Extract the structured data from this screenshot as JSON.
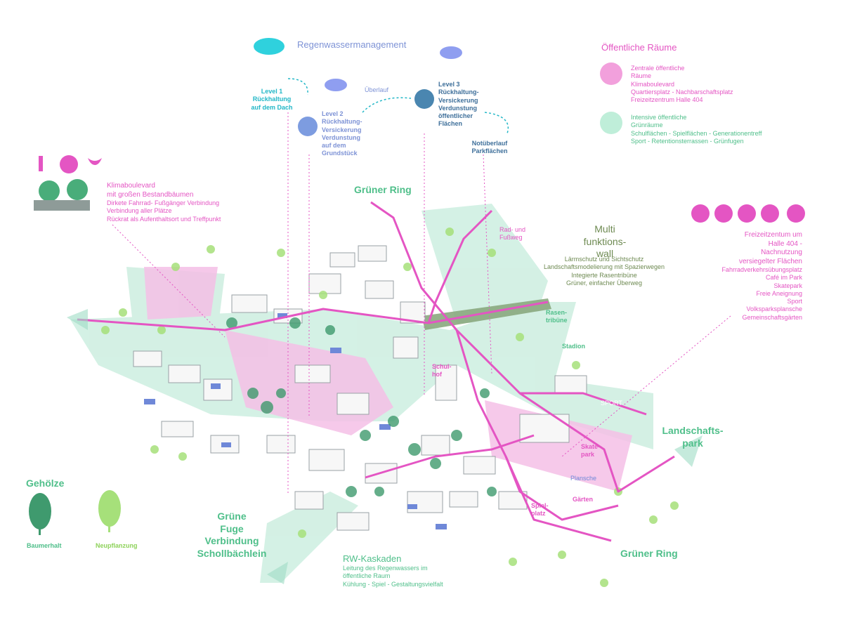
{
  "rain": {
    "title": "Regenwassermanagement",
    "level1": [
      "Level 1",
      "Rückhaltung",
      "auf dem Dach"
    ],
    "level2": [
      "Level 2",
      "Rückhaltung-",
      "Versickerung",
      "Verdunstung",
      "auf dem",
      "Grundstück"
    ],
    "overflow": "Überlauf",
    "level3": [
      "Level 3",
      "Rückhaltung-",
      "Versickerung",
      "Verdunstung",
      "öffentlicher",
      "Flächen"
    ],
    "emergency": [
      "Notüberlauf",
      "Parkflächen"
    ]
  },
  "public_spaces": {
    "title": "Öffentliche Räume",
    "central": [
      "Zentrale öffentliche",
      "Räume",
      "Klimaboulevard",
      "Quartiersplatz - Nachbarschaftsplatz",
      "Freizeitzentrum Halle 404"
    ],
    "intensive": [
      "Intensive öffentliche",
      "Grünräume",
      "Schulflächen - Spielflächen - Generationentreff",
      "Sport - Retentionsterrassen - Grünfugen"
    ],
    "colors": {
      "central": "#f2a0dc",
      "intensive": "#bfeed9"
    }
  },
  "klima": {
    "lines": [
      "Klimaboulevard",
      "mit großen Bestandbäumen",
      "Dirkete Fahrrad- Fußgänger Verbindung",
      "Verbindung aller Plätze",
      "Rückrat als Aufenthaltsort und Treffpunkt"
    ],
    "icons": [
      "thermometer-icon",
      "heart-icon",
      "butterfly-icon",
      "wind-icon"
    ]
  },
  "gruener_ring_top": "Grüner Ring",
  "gruener_ring_bottom": "Grüner Ring",
  "radweg": [
    "Rad- und",
    "Fußweg"
  ],
  "multi": {
    "title": [
      "Multi",
      "funktions-",
      "wall"
    ],
    "lines": [
      "Lärmschutz und Sichtschutz",
      "Landschaftsmodelierung mit Spazierwegen",
      "Integierte Rasentribüne",
      "Grüner, einfacher Überweg"
    ]
  },
  "freizeit": {
    "lines": [
      "Freizeitzentum um",
      "Halle 404 -",
      "Nachnutzung",
      "versiegelter Flächen",
      "Fahrradverkehrsübungsplatz",
      "Café  im Park",
      "Skatepark",
      "Freie Aneignung",
      "Sport",
      "Volksparksplansche",
      "Gemeinschaftsgärten"
    ],
    "icons": [
      "heart-icon",
      "soccer-icon",
      "cyclist-icon",
      "skater-icon",
      "swimmer-icon"
    ]
  },
  "map_labels": {
    "rasen": [
      "Rasen-",
      "tribüne"
    ],
    "stadion": "Stadion",
    "sport": "SPORT",
    "schulhof": [
      "Schul-",
      "hof"
    ],
    "skate": [
      "Skate-",
      "park"
    ],
    "plansche": "Plansche",
    "garten": "Gärten",
    "spiel": [
      "Spiel-",
      "platz"
    ]
  },
  "landschaft": [
    "Landschafts-",
    "park"
  ],
  "fuge": [
    "Grüne",
    "Fuge",
    "Verbindung",
    "Schollbächlein"
  ],
  "rw": {
    "title": "RW-Kaskaden",
    "lines": [
      "Leitung des Regenwassers im",
      "öffentliche Raum",
      "Kühlung - Spiel - Gestaltungsvielfalt"
    ]
  },
  "legend_trees": {
    "title": "Gehölze",
    "existing": "Baumerhalt",
    "new": "Neupflanzung",
    "colors": {
      "existing": "#3f9a6e",
      "new": "#a6e07a"
    }
  },
  "colors": {
    "accent_pink": "#e455c3",
    "accent_green": "#4fbf8a",
    "water": "#22b7c7"
  }
}
